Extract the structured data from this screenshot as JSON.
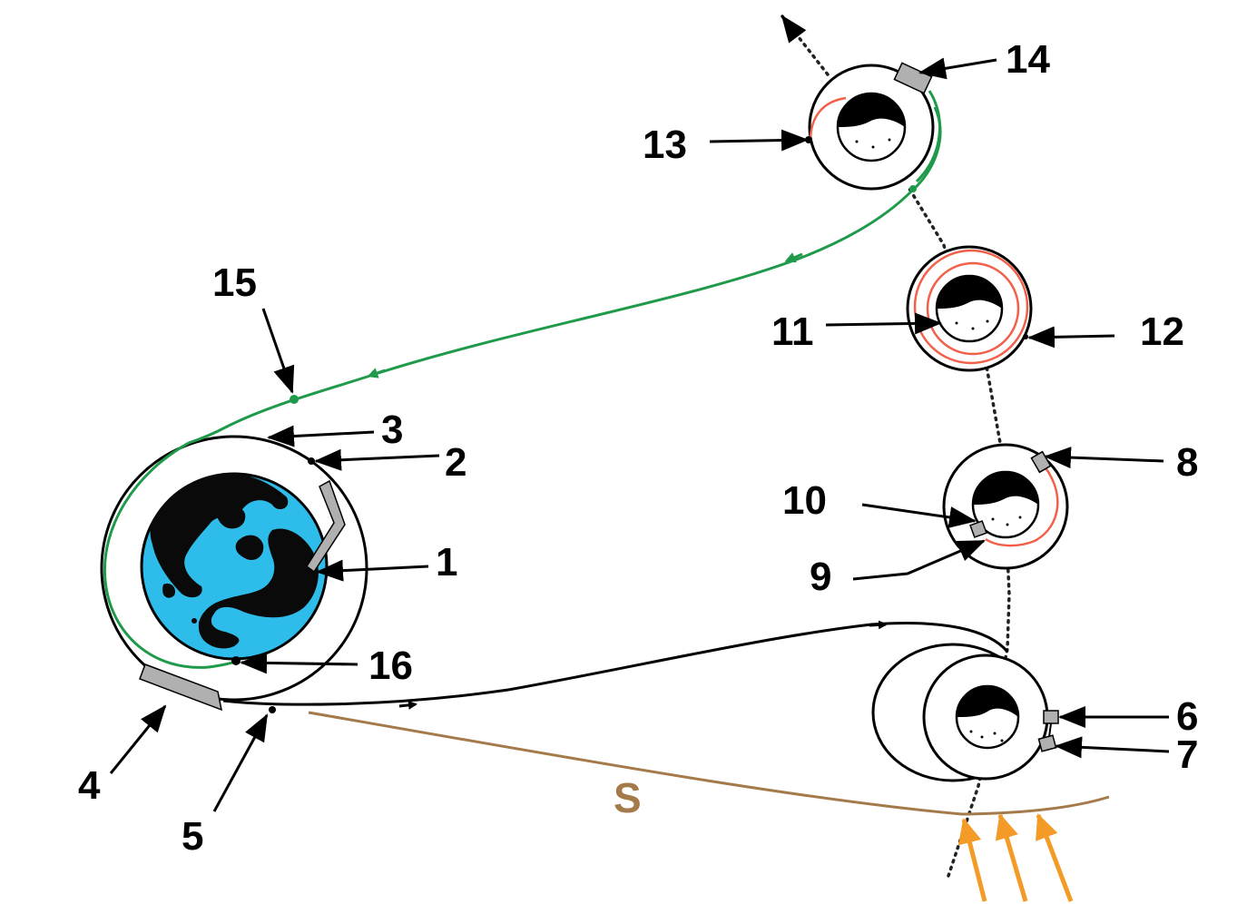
{
  "colors": {
    "earth_ocean": "#2EBDEB",
    "land": "#0a0a0a",
    "outbound_trajectory": "#000000",
    "return_trajectory": "#1F9A4A",
    "lunar_orbit_red": "#F2604A",
    "moon_path_brown": "#A47A4A",
    "sun_rays": "#F49A26",
    "module_gray": "#B0B0B0"
  },
  "icons": {
    "earth": "earth-globe-icon",
    "moon": "moon-icon",
    "module": "spacecraft-module-icon",
    "sun_rays": "sun-rays-arrows"
  },
  "labels": {
    "n1": "1",
    "n2": "2",
    "n3": "3",
    "n4": "4",
    "n5": "5",
    "n6": "6",
    "n7": "7",
    "n8": "8",
    "n9": "9",
    "n10": "10",
    "n11": "11",
    "n12": "12",
    "n13": "13",
    "n14": "14",
    "n15": "15",
    "n16": "16",
    "s": "S"
  }
}
